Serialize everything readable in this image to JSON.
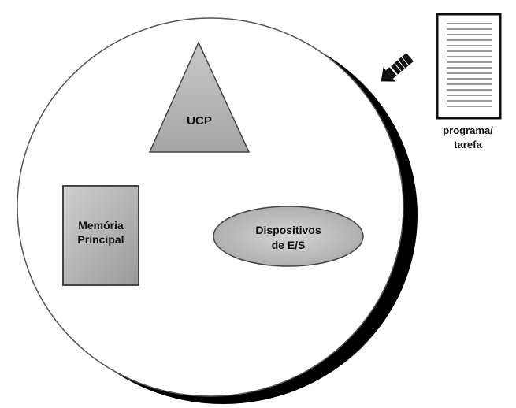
{
  "cpu": {
    "label": "UCP"
  },
  "memory": {
    "line1": "Memória",
    "line2": "Principal"
  },
  "devices": {
    "line1": "Dispositivos",
    "line2": "de E/S"
  },
  "program": {
    "line1": "programa/",
    "line2": "tarefa"
  },
  "icons": {
    "arrow": "pencil-arrow-icon",
    "document": "document-icon"
  },
  "colors": {
    "background": "#ffffff",
    "shape_fill": "#b3b3b3",
    "outline": "#333333",
    "shadow": "#000000"
  }
}
